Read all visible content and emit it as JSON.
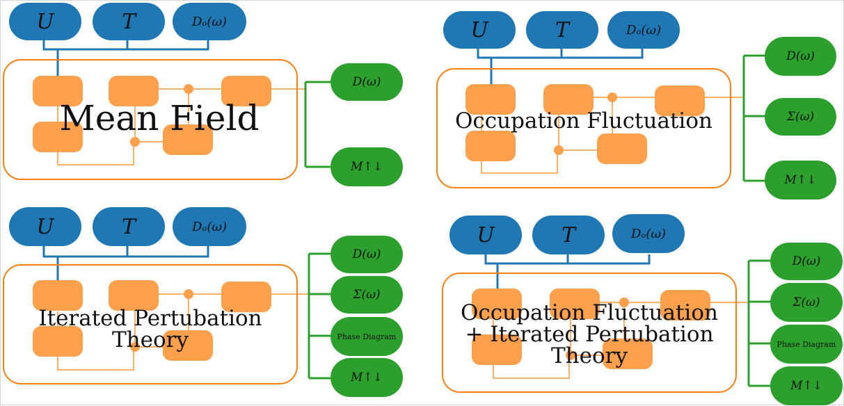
{
  "colors": {
    "input": "#1f77b4",
    "output": "#2ca02c",
    "method": "#ff7f0e",
    "block": "#ffa04d",
    "connector": "#ffb066"
  },
  "panels": [
    {
      "title": "Mean Field",
      "inputs": [
        "U",
        "T",
        "Dₒ(ω)"
      ],
      "outputs": [
        "D(ω)",
        "M↑↓"
      ]
    },
    {
      "title": "Occupation Fluctuation",
      "inputs": [
        "U",
        "T",
        "Dₒ(ω)"
      ],
      "outputs": [
        "D(ω)",
        "Σ(ω)",
        "M↑↓"
      ]
    },
    {
      "title": "Iterated Pertubation\nTheory",
      "inputs": [
        "U",
        "T",
        "Dₒ(ω)"
      ],
      "outputs": [
        "D(ω)",
        "Σ(ω)",
        "Phase Diagram",
        "M↑↓"
      ]
    },
    {
      "title": "Occupation Fluctuation\n+ Iterated Pertubation\nTheory",
      "inputs": [
        "U",
        "T",
        "Dₒ(ω)"
      ],
      "outputs": [
        "D(ω)",
        "Σ(ω)",
        "Phase Diagram",
        "M↑↓"
      ]
    }
  ]
}
